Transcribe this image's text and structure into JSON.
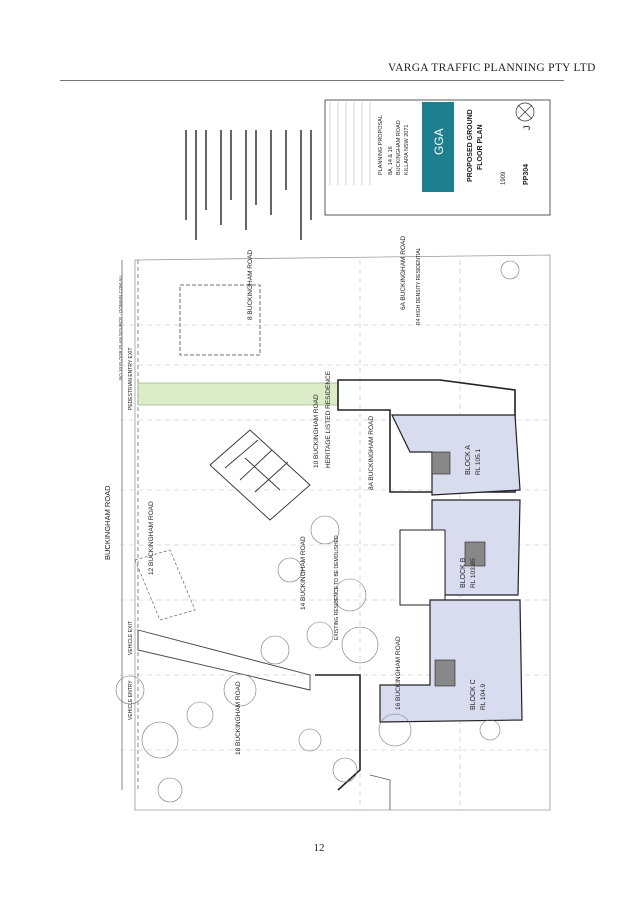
{
  "header": {
    "title": "VARGA TRAFFIC PLANNING PTY LTD"
  },
  "page": {
    "number": "12"
  },
  "plan": {
    "streets": {
      "main_road": "BUCKINGHAM ROAD"
    },
    "lots": {
      "lot_8": "8 BUCKINGHAM ROAD",
      "lot_6a": "6A BUCKINGHAM ROAD",
      "lot_6a_zoning": "R4 HIGH DENSITY RESIDENTIAL",
      "lot_10_name": "10 BUCKINGHAM ROAD",
      "lot_10_note": "HERITAGE LISTED RESIDENCE",
      "lot_8a": "8A BUCKINGHAM ROAD",
      "lot_12": "12 BUCKINGHAM ROAD",
      "lot_14": "14 BUCKINGHAM ROAD",
      "lot_16": "16 BUCKINGHAM ROAD",
      "lot_18": "18 BUCKINGHAM ROAD"
    },
    "blocks": {
      "block_a": "BLOCK A",
      "block_a_rl": "RL 105.1",
      "block_b": "BLOCK B",
      "block_b_rl": "RL 103.85",
      "block_c": "BLOCK C",
      "block_c_rl": "RL 104.9"
    },
    "notes": {
      "existing_residence": "EXISTING RESIDENCE TO BE DEMOLISHED",
      "vehicle_entry": "VEHICLE ENTRY",
      "vehicle_exit": "VEHICLE EXIT",
      "pedestrian_entry": "PEDESTRIAN ENTRY EXIT",
      "source": "NO 10 FLOOR PLAN SOURCE - DOMAIN.COM.AU"
    },
    "title_block": {
      "project": "PLANNING PROPOSAL",
      "address_1": "8A, 14 & 16",
      "address_2": "BUCKINGHAM ROAD",
      "address_3": "KILLARA NSW 2071",
      "firm": "GGA",
      "drawing_title_1": "PROPOSED GROUND",
      "drawing_title_2": "FLOOR PLAN",
      "job_no": "1909",
      "drawing_no": "PP304",
      "revision": "J"
    }
  },
  "colors": {
    "block_fill": "#d9dcef",
    "landscape_fill": "#dcebc8",
    "title_block_teal": "#1e7f8e",
    "line": "#2a2a2a"
  }
}
